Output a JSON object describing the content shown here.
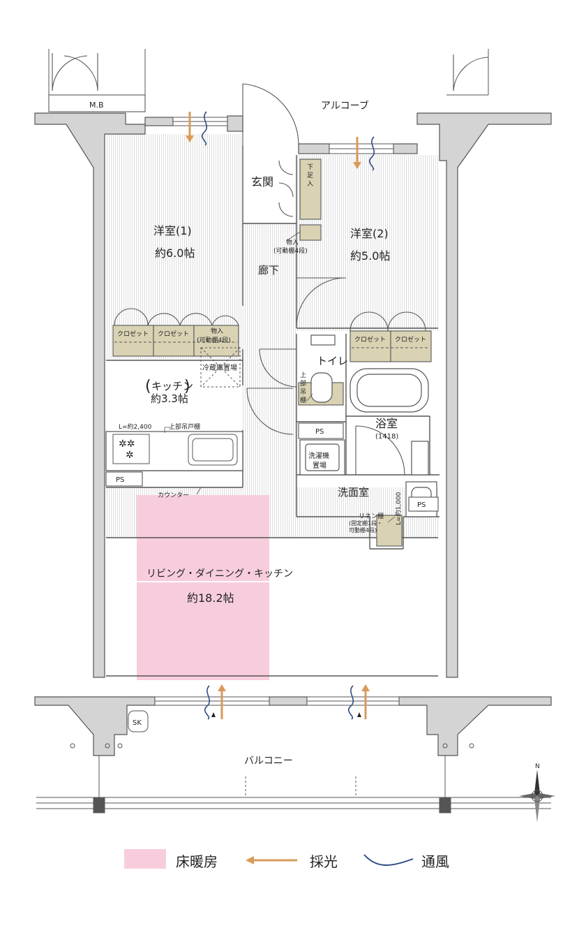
{
  "rooms": {
    "western1_name": "洋室(1)",
    "western1_size": "約6.0帖",
    "western2_name": "洋室(2)",
    "western2_size": "約5.0帖",
    "entrance": "玄関",
    "hallway": "廊下",
    "kitchen_name": "キッチン",
    "kitchen_size": "約3.3帖",
    "toilet": "トイレ",
    "bath_name": "浴室",
    "bath_size": "(1418)",
    "washroom": "洗面室",
    "ldk_name": "リビング・ダイニング・キッチン",
    "ldk_size": "約18.2帖",
    "balcony": "バルコニー",
    "alcove": "アルコーブ",
    "mb": "M.B"
  },
  "fixtures": {
    "closet": "クロゼット",
    "storage": "物入",
    "storage_sub": "(可動棚4段)",
    "fridge": "冷蔵庫置場",
    "washer_1": "洗濯機",
    "washer_2": "置場",
    "shoe_1": "下",
    "shoe_2": "足",
    "shoe_3": "入",
    "upper_shelf": "上部吊戸棚",
    "l_kitchen": "L=約2,400",
    "counter": "カウンター",
    "ps": "PS",
    "sk": "SK",
    "toilet_shelf": [
      "上",
      "部",
      "吊",
      "棚"
    ],
    "linen_1": "リネン棚",
    "linen_2": "(固定棚1段・",
    "linen_3": "可動棚4段)",
    "l_wash": "L=約1,000",
    "north": "N"
  },
  "legend": {
    "floor_heating": "床暖房",
    "daylight": "採光",
    "ventilation": "通風"
  },
  "colors": {
    "wall": "#d4d4d4",
    "floor_heating": "#f7cddd",
    "storage": "#d9d3b4",
    "daylight_arrow": "#d99a5a",
    "ventilation": "#2f4a86"
  }
}
